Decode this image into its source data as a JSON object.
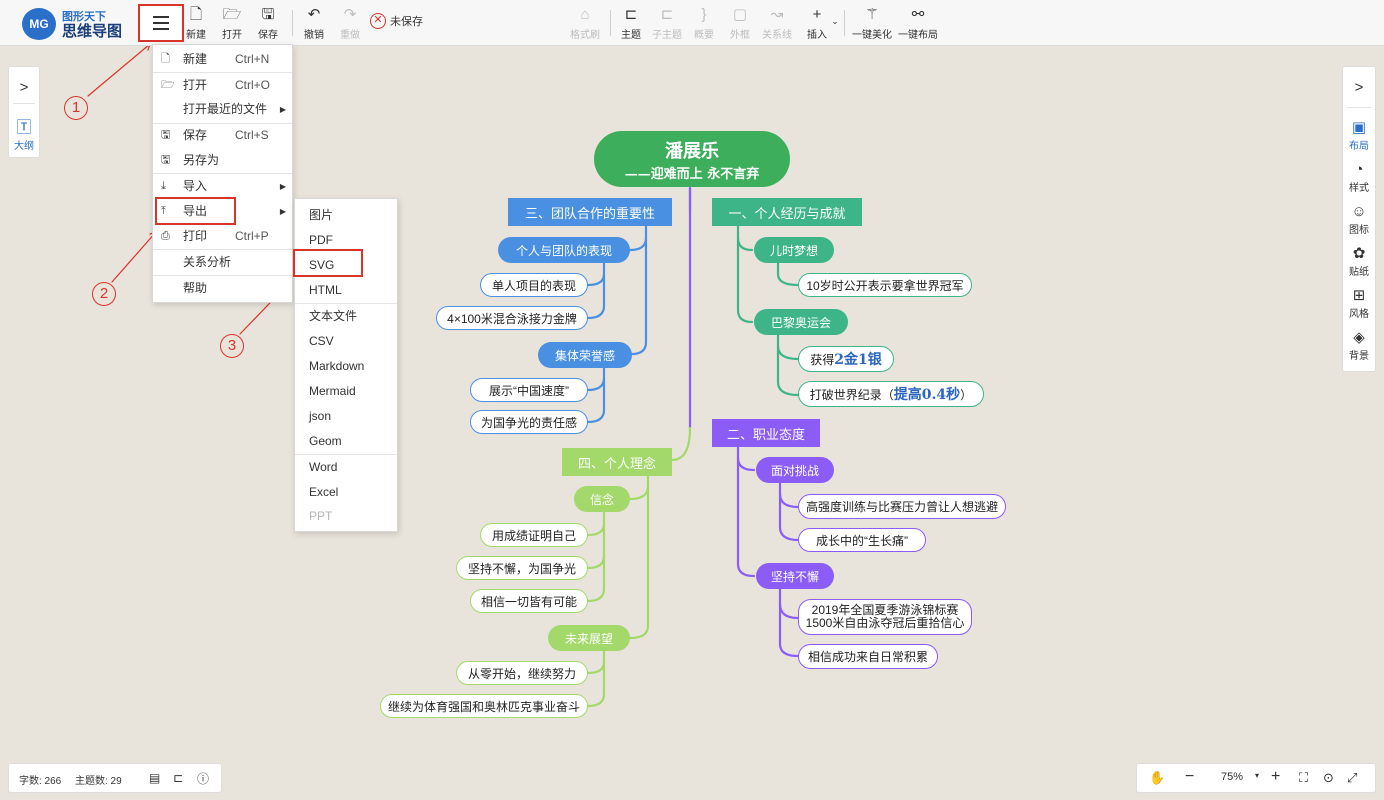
{
  "app": {
    "logo_badge": "MG",
    "logo_top": "图形天下",
    "logo_main": "思维导图"
  },
  "toolbar": {
    "new": "新建",
    "open": "打开",
    "save": "保存",
    "undo": "撤销",
    "redo": "重做",
    "unsaved": "未保存",
    "format_brush": "格式刷",
    "topic": "主题",
    "subtopic": "子主题",
    "summary": "概要",
    "outline_frame": "外框",
    "relation": "关系线",
    "insert": "插入",
    "beautify": "一键美化",
    "layout": "一键布局"
  },
  "left_panel": {
    "outline": "大纲"
  },
  "right_panel": {
    "layout": "布局",
    "style": "样式",
    "icon": "图标",
    "sticker": "贴纸",
    "theme": "风格",
    "background": "背景"
  },
  "main_menu": {
    "new": "新建",
    "new_sc": "Ctrl+N",
    "open": "打开",
    "open_sc": "Ctrl+O",
    "recent": "打开最近的文件",
    "save": "保存",
    "save_sc": "Ctrl+S",
    "save_as": "另存为",
    "import": "导入",
    "export": "导出",
    "print": "打印",
    "print_sc": "Ctrl+P",
    "relation_analysis": "关系分析",
    "help": "帮助"
  },
  "export_menu": [
    "图片",
    "PDF",
    "SVG",
    "HTML",
    "文本文件",
    "CSV",
    "Markdown",
    "Mermaid",
    "json",
    "Geom",
    "Word",
    "Excel",
    "PPT"
  ],
  "annotations": [
    "1",
    "2",
    "3"
  ],
  "mindmap": {
    "root_title": "潘展乐",
    "root_subtitle": "——迎难而上 永不言弃",
    "b1": "一、个人经历与成就",
    "b1_s1": "儿时梦想",
    "b1_s1_l1": "10岁时公开表示要拿世界冠军",
    "b1_s2": "巴黎奥运会",
    "b1_s2_l1_pre": "获得",
    "b1_s2_l1_hl": "2金1银",
    "b1_s2_l2_pre": "打破世界纪录（",
    "b1_s2_l2_hl": "提高0.4秒",
    "b1_s2_l2_post": "）",
    "b2": "二、职业态度",
    "b2_s1": "面对挑战",
    "b2_s1_l1": "高强度训练与比赛压力曾让人想逃避",
    "b2_s1_l2": "成长中的“生长痛”",
    "b2_s2": "坚持不懈",
    "b2_s2_l1a": "2019年全国夏季游泳锦标赛",
    "b2_s2_l1b": "1500米自由泳夺冠后重拾信心",
    "b2_s2_l2": "相信成功来自日常积累",
    "b3": "三、团队合作的重要性",
    "b3_s1": "个人与团队的表现",
    "b3_s1_l1": "单人项目的表现",
    "b3_s1_l2": "4×100米混合泳接力金牌",
    "b3_s2": "集体荣誉感",
    "b3_s2_l1": "展示“中国速度”",
    "b3_s2_l2": "为国争光的责任感",
    "b4": "四、个人理念",
    "b4_s1": "信念",
    "b4_s1_l1": "用成绩证明自己",
    "b4_s1_l2": "坚持不懈，为国争光",
    "b4_s1_l3": "相信一切皆有可能",
    "b4_s2": "未来展望",
    "b4_s2_l1": "从零开始，继续努力",
    "b4_s2_l2": "继续为体育强国和奥林匹克事业奋斗"
  },
  "status": {
    "word_count": "字数: 266",
    "topic_count": "主题数: 29",
    "zoom": "75%"
  },
  "colors": {
    "root": "#3dae5b",
    "b1": "#3eb489",
    "b2": "#8b5cf6",
    "b3": "#4a90e2",
    "b4": "#a3d96a",
    "highlight": "#d9342b"
  }
}
